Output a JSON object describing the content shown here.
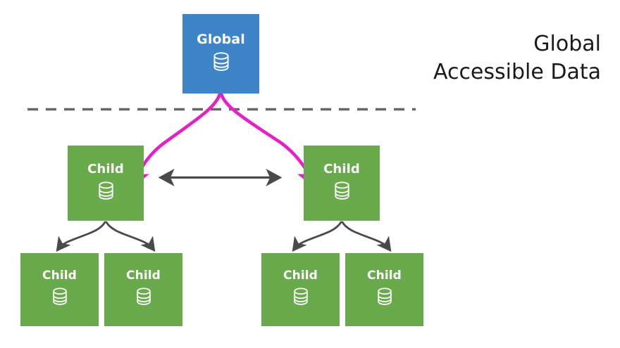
{
  "diagram": {
    "title_block": {
      "line1": "Global",
      "line2": "Accessible Data"
    },
    "colors": {
      "global_box": "#3d85c6",
      "child_box": "#69ab4c",
      "global_flow_arrow": "#e81ec8",
      "tree_arrow": "#4a4a4a",
      "divider": "#666666",
      "label_text": "#ffffff",
      "side_text": "#1a1a1a",
      "background": "#ffffff"
    },
    "nodes": [
      {
        "id": "global",
        "label": "Global",
        "icon": "database-icon",
        "level": "root"
      },
      {
        "id": "mid-left",
        "label": "Child",
        "icon": "database-icon",
        "level": "middle"
      },
      {
        "id": "mid-right",
        "label": "Child",
        "icon": "database-icon",
        "level": "middle"
      },
      {
        "id": "leaf-1",
        "label": "Child",
        "icon": "database-icon",
        "level": "leaf"
      },
      {
        "id": "leaf-2",
        "label": "Child",
        "icon": "database-icon",
        "level": "leaf"
      },
      {
        "id": "leaf-3",
        "label": "Child",
        "icon": "database-icon",
        "level": "leaf"
      },
      {
        "id": "leaf-4",
        "label": "Child",
        "icon": "database-icon",
        "level": "leaf"
      }
    ],
    "edges": [
      {
        "id": "global-to-mid-left",
        "from": "global",
        "to": "mid-left",
        "style": "magenta-curve",
        "arrow": "single"
      },
      {
        "id": "global-to-mid-right",
        "from": "global",
        "to": "mid-right",
        "style": "magenta-curve",
        "arrow": "single"
      },
      {
        "id": "mid-left-to-mid-right",
        "from": "mid-left",
        "to": "mid-right",
        "style": "gray-straight",
        "arrow": "double"
      },
      {
        "id": "mid-left-to-leaf-1",
        "from": "mid-left",
        "to": "leaf-1",
        "style": "gray-curve",
        "arrow": "single"
      },
      {
        "id": "mid-left-to-leaf-2",
        "from": "mid-left",
        "to": "leaf-2",
        "style": "gray-curve",
        "arrow": "single"
      },
      {
        "id": "mid-right-to-leaf-3",
        "from": "mid-right",
        "to": "leaf-3",
        "style": "gray-curve",
        "arrow": "single"
      },
      {
        "id": "mid-right-to-leaf-4",
        "from": "mid-right",
        "to": "leaf-4",
        "style": "gray-curve",
        "arrow": "single"
      }
    ],
    "divider": {
      "id": "boundary-divider",
      "style": "dashed-horizontal"
    }
  }
}
